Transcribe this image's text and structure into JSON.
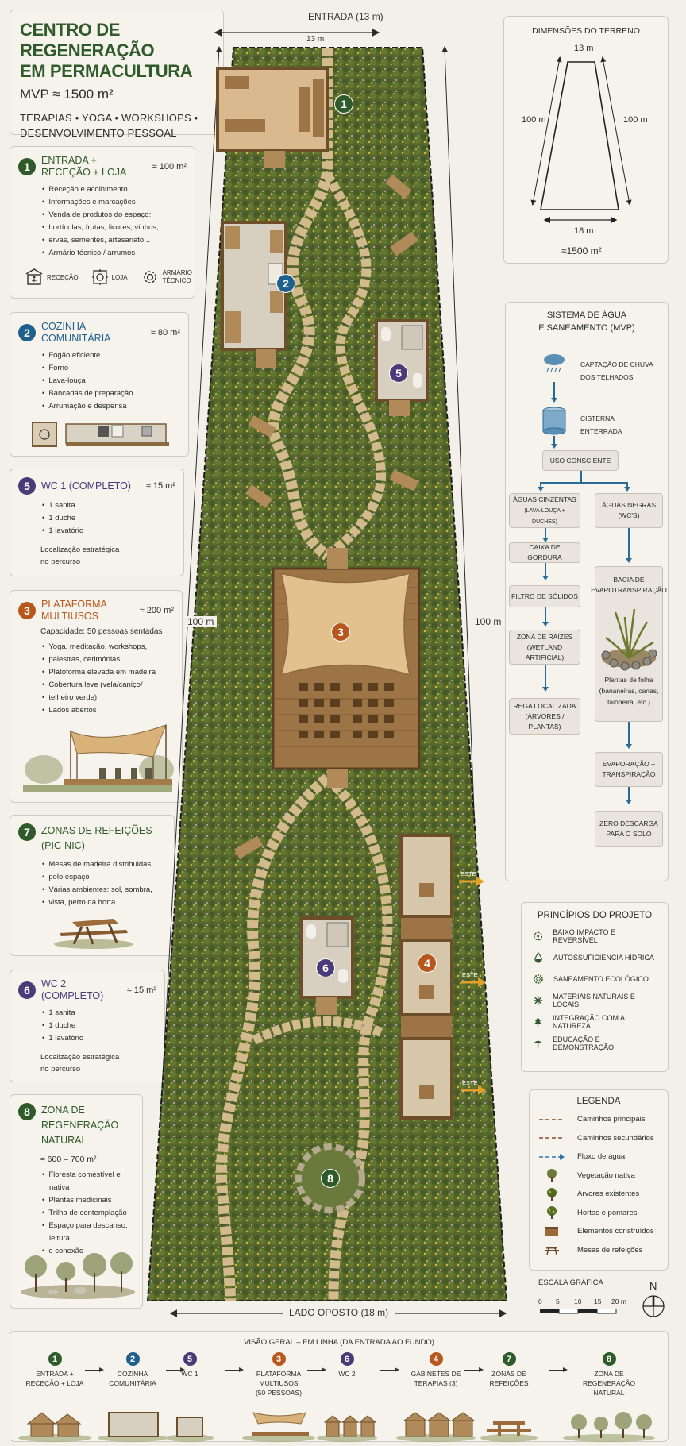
{
  "header": {
    "title_line1": "CENTRO DE REGENERAÇÃO",
    "title_line2": "EM PERMACULTURA",
    "subtitle": "MVP ≈ 1500 m²",
    "tags_line1": "TERAPIAS • YOGA • WORKSHOPS •",
    "tags_line2": "DESENVOLVIMENTO PESSOAL"
  },
  "zones": {
    "z1": {
      "number": "1",
      "color": "#2f5a2a",
      "title": "ENTRADA + RECEÇÃO + LOJA",
      "area": "≈ 100 m²",
      "items": [
        "Receção e acolhimento",
        "Informações e marcações",
        "Venda de produtos do espaço:",
        "hortícolas, frutas, licores, vinhos,",
        "ervas, sementes, artesanato...",
        "Armário técnico / arrumos"
      ],
      "icons": [
        {
          "name": "rececao-icon",
          "label": "RECEÇÃO"
        },
        {
          "name": "loja-icon",
          "label": "LOJA"
        },
        {
          "name": "armario-tecnico-icon",
          "label1": "ARMÁRIO",
          "label2": "TÉCNICO"
        }
      ]
    },
    "z2": {
      "number": "2",
      "color": "#1f5f8b",
      "title": "COZINHA COMUNITÁRIA",
      "area": "≈ 80 m²",
      "items": [
        "Fogão eficiente",
        "Forno",
        "Lava-louça",
        "Bancadas de preparação",
        "Arrumação e despensa"
      ]
    },
    "z5": {
      "number": "5",
      "color": "#4a3b78",
      "title": "WC 1 (COMPLETO)",
      "area": "≈ 15 m²",
      "items": [
        "1 sanita",
        "1 duche",
        "1 lavatório"
      ],
      "note1": "Localização estratégica",
      "note2": "no percurso"
    },
    "z3": {
      "number": "3",
      "color": "#b8571d",
      "title": "PLATAFORMA MULTIUSOS",
      "area": "≈ 200 m²",
      "capacity": "Capacidade: 50 pessoas sentadas",
      "items": [
        "Yoga, meditação, workshops,",
        "palestras, cerimónias",
        "Platoforma elevada em madeira",
        "Cobertura leve (vela/caniço/",
        "telheiro verde)",
        "Lados abertos"
      ]
    },
    "z7": {
      "number": "7",
      "color": "#2f5a2a",
      "title1": "ZONAS DE REFEIÇÕES",
      "title2": "(PIC-NIC)",
      "items": [
        "Mesas de madeira distribuidas",
        "pelo espaço",
        "Várias ambientes: sol, sombra,",
        "vista, perto da horta..."
      ]
    },
    "z6": {
      "number": "6",
      "color": "#4a3b78",
      "title": "WC 2 (COMPLETO)",
      "area": "≈ 15 m²",
      "items": [
        "1 sanita",
        "1 duche",
        "1 lavatório"
      ],
      "note1": "Localização estratégica",
      "note2": "no percurso"
    },
    "z8": {
      "number": "8",
      "color": "#2f5a2a",
      "title1": "ZONA DE REGENERAÇÃO",
      "title2": "NATURAL",
      "area": "≈ 600 – 700 m²",
      "items": [
        "Floresta comestível e nativa",
        "Plantas medicinais",
        "Trilha de contemplação",
        "Espaço para descanso, leitura",
        "e conexão"
      ]
    }
  },
  "map": {
    "top_label": "ENTRADA (13 m)",
    "top_inner_label": "13 m",
    "left_label": "100 m",
    "right_label": "100 m",
    "bottom_label": "LADO OPOSTO (18 m)",
    "markers": [
      "1",
      "2",
      "5",
      "3",
      "6",
      "4",
      "8"
    ],
    "east_label": "ESTE"
  },
  "terrain": {
    "title": "DIMENSÕES DO TERRENO",
    "top": "13 m",
    "left": "100 m",
    "right": "100 m",
    "bottom": "18 m",
    "area": "≈1500 m²"
  },
  "water": {
    "title1": "SISTEMA DE ÁGUA",
    "title2": "E SANEAMENTO (MVP)",
    "rain1": "CAPTAÇÃO DE CHUVA",
    "rain2": "DOS TELHADOS",
    "cistern1": "CISTERNA",
    "cistern2": "ENTERRADA",
    "use": "USO CONSCIENTE",
    "grey1": "ÁGUAS CINZENTAS",
    "grey2": "(LAVA-LOUÇA + DUCHES)",
    "black1": "ÁGUAS NEGRAS",
    "black2": "(WC'S)",
    "grease": "CAIXA DE GORDURA",
    "solids": "FILTRO DE SÓLIDOS",
    "roots1": "ZONA DE RAÍZES",
    "roots2": "(WETLAND ARTIFICIAL)",
    "irrig1": "REGA LOCALIZADA",
    "irrig2": "(ÁRVORES / PLANTAS)",
    "basin1": "BACIA DE",
    "basin2": "EVAPOTRANSPIRAÇÃO",
    "basin_note1": "Plantas de folha",
    "basin_note2": "(bananeiras, canas,",
    "basin_note3": "taiobeira, etc.)",
    "evap1": "EVAPORAÇÃO +",
    "evap2": "TRANSPIRAÇÃO",
    "zero1": "ZERO DESCARGA",
    "zero2": "PARA O SOLO"
  },
  "principles": {
    "title": "PRINCÍPIOS DO PROJETO",
    "items": [
      {
        "icon": "low-impact-icon",
        "label": "BAIXO IMPACTO E REVERSÍVEL"
      },
      {
        "icon": "water-drop-icon",
        "label": "AUTOSSUFICIÊNCIA HÍDRICA"
      },
      {
        "icon": "sanitation-gear-icon",
        "label": "SANEAMENTO ECOLÓGICO"
      },
      {
        "icon": "natural-materials-icon",
        "label": "MATERIAIS NATURAIS E LOCAIS"
      },
      {
        "icon": "pine-tree-icon",
        "label": "INTEGRAÇÃO COM A NATUREZA"
      },
      {
        "icon": "education-tree-icon",
        "label": "EDUCAÇÃO E DEMONSTRAÇÃO"
      }
    ]
  },
  "legend": {
    "title": "LEGENDA",
    "items": [
      {
        "symbol": "dashed-brown",
        "label": "Caminhos principais"
      },
      {
        "symbol": "dashed-brown",
        "label": "Caminhos secundários"
      },
      {
        "symbol": "dashed-blue-arrow",
        "label": "Fluxo de água"
      },
      {
        "symbol": "native-vegetation-icon",
        "label": "Vegetação nativa"
      },
      {
        "symbol": "existing-tree-icon",
        "label": "Árvores existentes"
      },
      {
        "symbol": "orchard-icon",
        "label": "Hortas e pomares"
      },
      {
        "symbol": "built-element-icon",
        "label": "Elementos construídos"
      },
      {
        "symbol": "picnic-table-icon",
        "label": "Mesas de refeições"
      }
    ]
  },
  "scale": {
    "title": "ESCALA GRÁFICA",
    "ticks": [
      "0",
      "5",
      "10",
      "15",
      "20 m"
    ],
    "north": "N"
  },
  "overview": {
    "title": "VISÃO GERAL – EM LINHA (DA ENTRADA AO FUNDO)",
    "steps": [
      {
        "number": "1",
        "color": "#2f5a2a",
        "l1": "ENTRADA +",
        "l2": "RECEÇÃO + LOJA",
        "l3": ""
      },
      {
        "number": "2",
        "color": "#1f5f8b",
        "l1": "COZINHA",
        "l2": "COMUNITÁRIA",
        "l3": ""
      },
      {
        "number": "5",
        "color": "#4a3b78",
        "l1": "WC 1",
        "l2": "",
        "l3": ""
      },
      {
        "number": "3",
        "color": "#b8571d",
        "l1": "PLATAFORMA",
        "l2": "MULTIUSOS",
        "l3": "(50 PESSOAS)"
      },
      {
        "number": "6",
        "color": "#4a3b78",
        "l1": "WC 2",
        "l2": "",
        "l3": ""
      },
      {
        "number": "4",
        "color": "#b8571d",
        "l1": "GABINETES DE",
        "l2": "TERAPIAS (3)",
        "l3": ""
      },
      {
        "number": "7",
        "color": "#2f5a2a",
        "l1": "ZONAS DE",
        "l2": "REFEIÇÕES",
        "l3": ""
      },
      {
        "number": "8",
        "color": "#2f5a2a",
        "l1": "ZONA DE",
        "l2": "REGENERAÇÃO",
        "l3": "NATURAL"
      }
    ]
  }
}
